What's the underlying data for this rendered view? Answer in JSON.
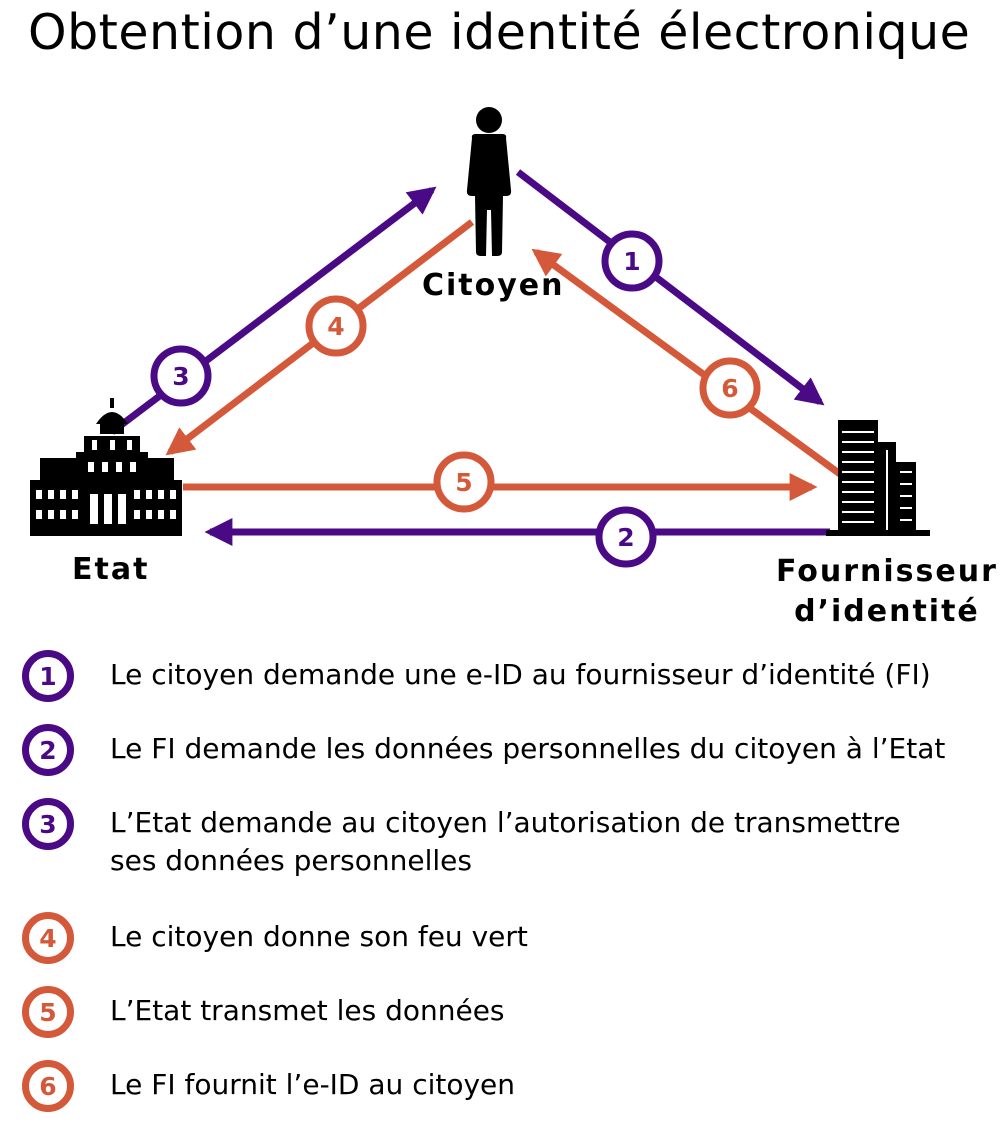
{
  "title": "Obtention d’une identité électronique",
  "colors": {
    "purple": "#4b0a85",
    "orange": "#d4593a"
  },
  "actors": {
    "citizen": {
      "label": "Citoyen",
      "icon": "person-icon"
    },
    "state": {
      "label": "Etat",
      "icon": "federal-palace-icon"
    },
    "provider": {
      "label": "Fournisseur\nd’identité",
      "icon": "office-buildings-icon"
    }
  },
  "flows": [
    {
      "step": "1",
      "from": "citizen",
      "to": "provider",
      "color": "purple"
    },
    {
      "step": "2",
      "from": "provider",
      "to": "state",
      "color": "purple"
    },
    {
      "step": "3",
      "from": "state",
      "to": "citizen",
      "color": "purple"
    },
    {
      "step": "4",
      "from": "citizen",
      "to": "state",
      "color": "orange"
    },
    {
      "step": "5",
      "from": "state",
      "to": "provider",
      "color": "orange"
    },
    {
      "step": "6",
      "from": "provider",
      "to": "citizen",
      "color": "orange"
    }
  ],
  "legend": [
    {
      "number": "1",
      "color": "purple",
      "text": "Le citoyen demande une e-ID au fournisseur d’identité (FI)"
    },
    {
      "number": "2",
      "color": "purple",
      "text": "Le FI demande les données personnelles du citoyen à l’Etat"
    },
    {
      "number": "3",
      "color": "purple",
      "text": "L’Etat demande au citoyen l’autorisation de transmettre\nses données personnelles"
    },
    {
      "number": "4",
      "color": "orange",
      "text": "Le citoyen donne son feu vert"
    },
    {
      "number": "5",
      "color": "orange",
      "text": "L’Etat transmet les données"
    },
    {
      "number": "6",
      "color": "orange",
      "text": "Le FI fournit l’e-ID au citoyen"
    }
  ]
}
